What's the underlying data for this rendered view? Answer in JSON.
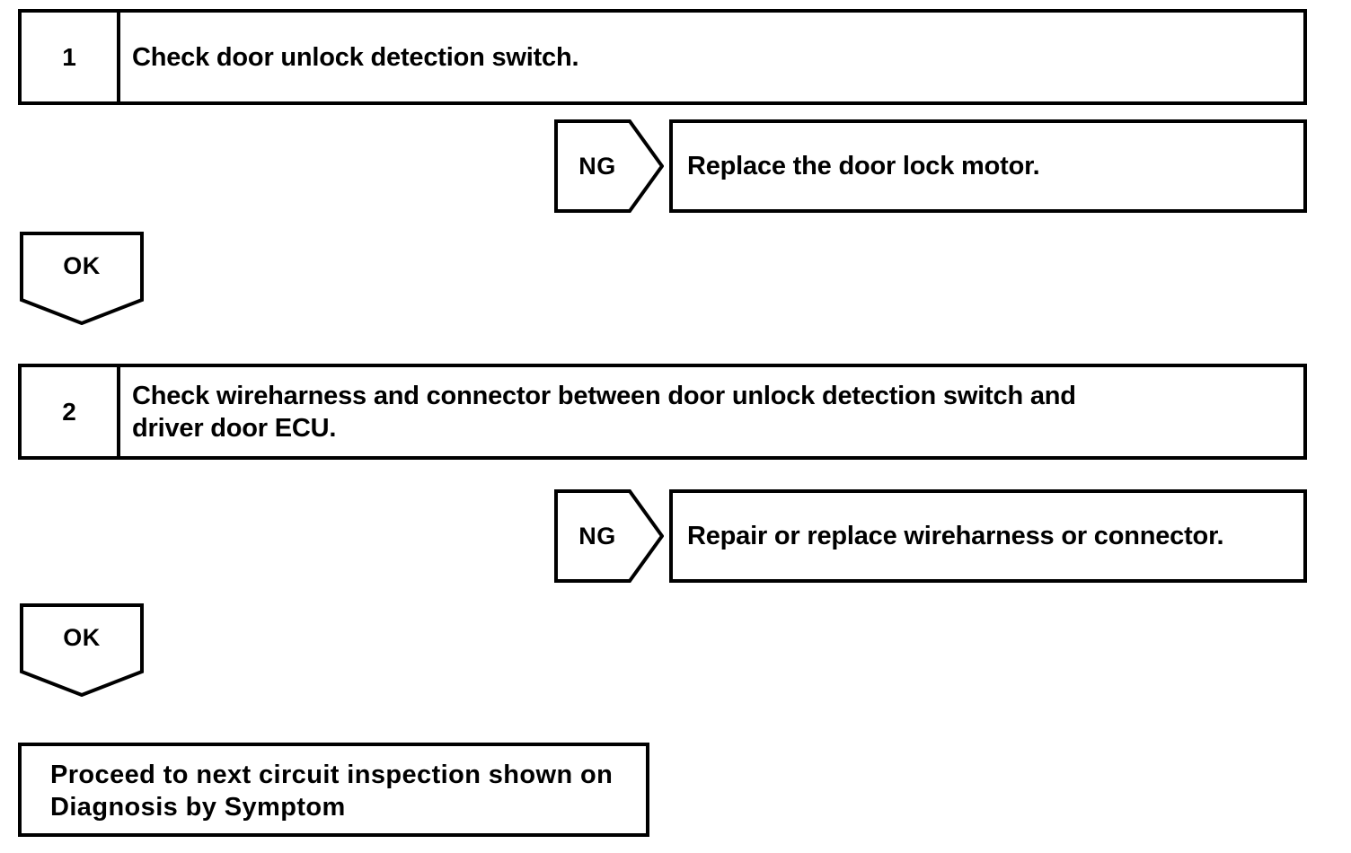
{
  "document": {
    "type": "troubleshooting-flowchart",
    "line_color": "#000000",
    "background_color": "#ffffff"
  },
  "steps": [
    {
      "number": "1",
      "text_line_1": "Check door unlock detection switch.",
      "text_line_2": ""
    },
    {
      "number": "2",
      "text_line_1": "Check wireharness and connector between door unlock detection switch and",
      "text_line_2": "driver door ECU."
    }
  ],
  "branches": {
    "ng_1": {
      "label": "NG",
      "action_line_1": "Replace the door lock motor."
    },
    "ng_2": {
      "label": "NG",
      "action_line_1": "Repair or replace wireharness or connector."
    },
    "ok_1": {
      "label": "OK"
    },
    "ok_2": {
      "label": "OK"
    }
  },
  "final": {
    "text_line_1": "Proceed to next circuit inspection shown on",
    "text_line_2": "Diagnosis by Symptom"
  }
}
